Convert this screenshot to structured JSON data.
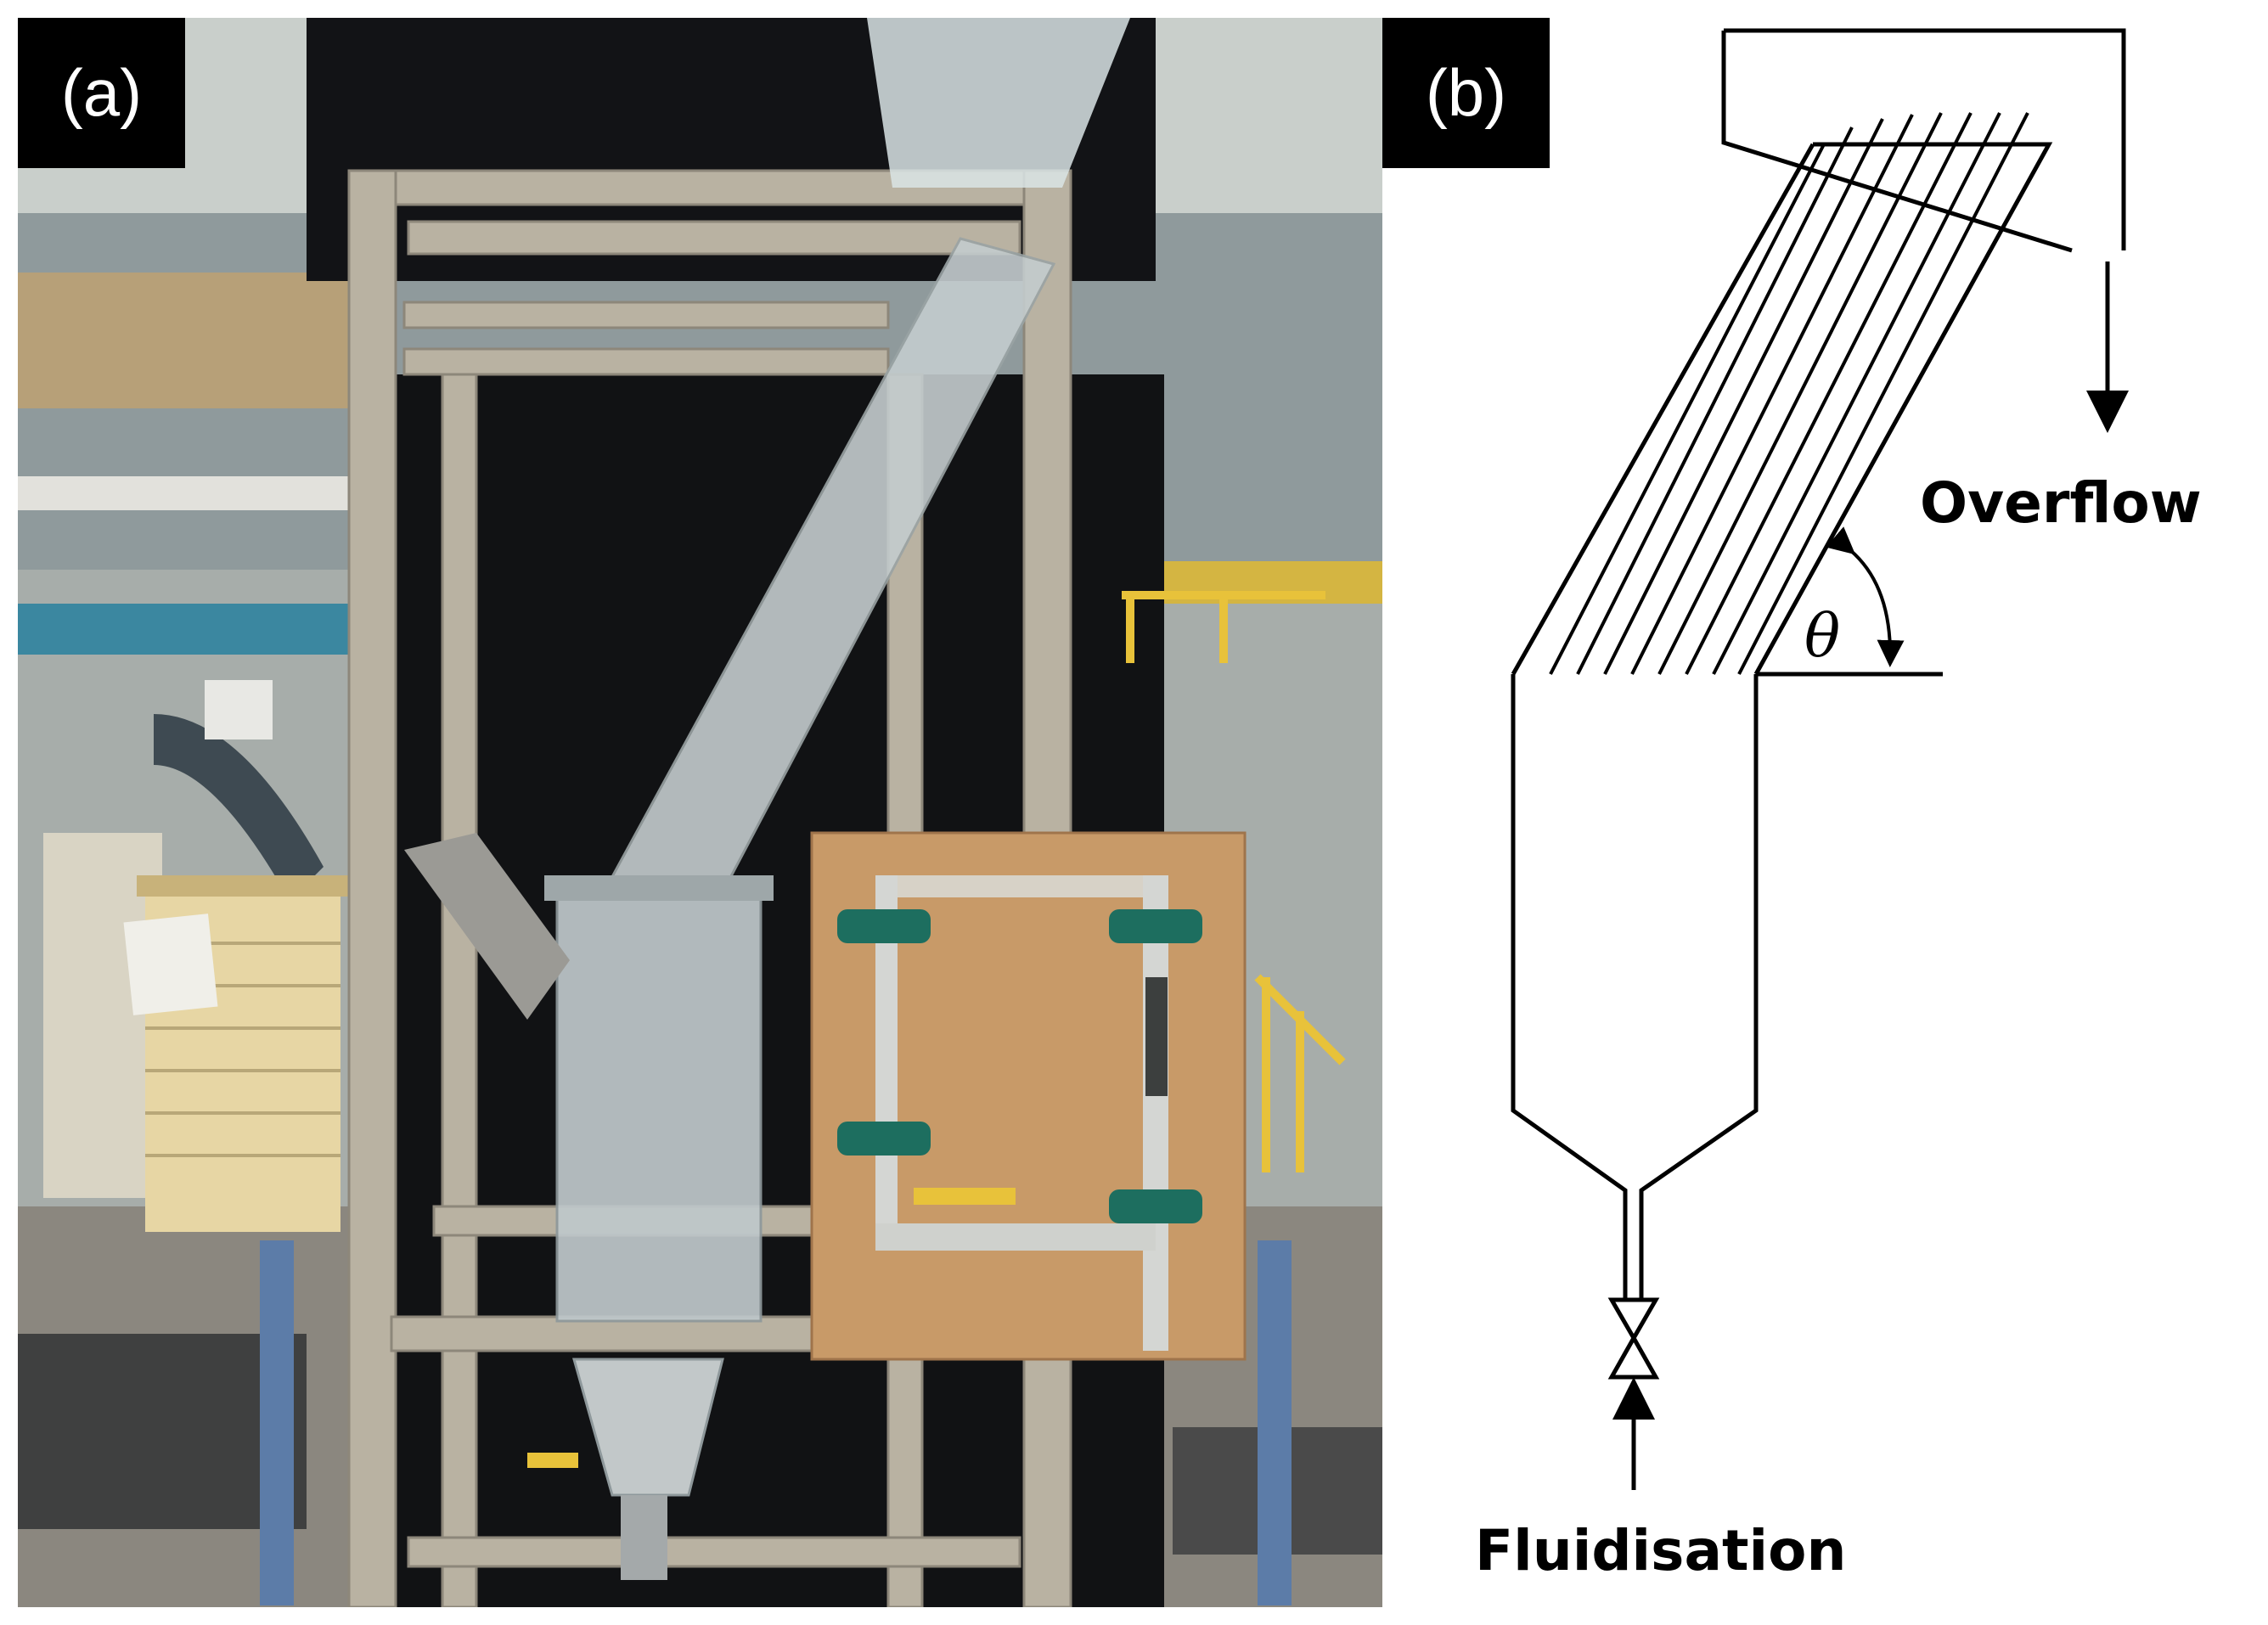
{
  "panel_a": {
    "label": "(a)"
  },
  "panel_b": {
    "label": "(b)",
    "overflow_label": "Overflow",
    "fluidisation_label": "Fluidisation",
    "angle_symbol": "θ"
  },
  "colors": {
    "frame_metal": "#b9b2a2",
    "backdrop": "#111214",
    "plywood": "#c89a68",
    "clamp_green": "#1d6e5f",
    "railing_yellow": "#e8c23a",
    "cabinet_cream": "#e7d6a4"
  }
}
